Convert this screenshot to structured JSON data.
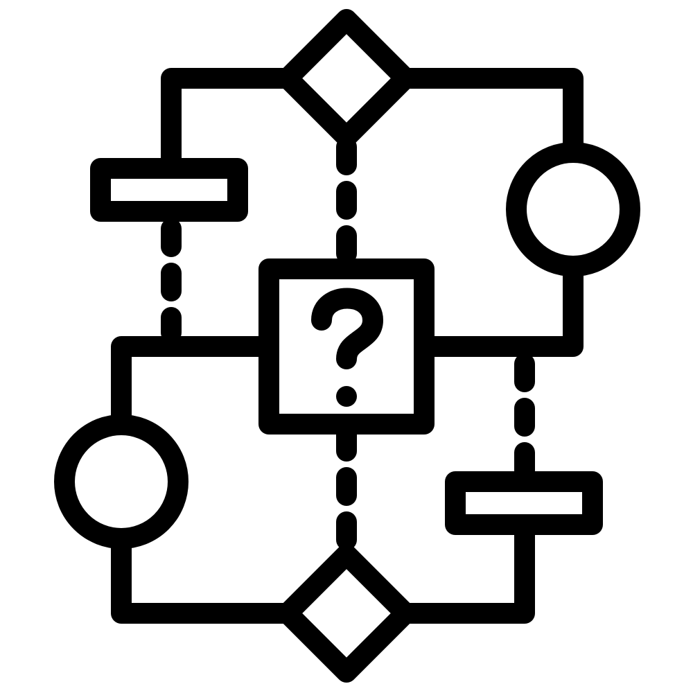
{
  "diagram": {
    "icon_name": "flowchart-question-icon",
    "stroke_color": "#000000",
    "fill_color": "#ffffff",
    "center_symbol": "?",
    "nodes": [
      {
        "name": "top-decision-diamond",
        "shape": "diamond"
      },
      {
        "name": "bottom-decision-diamond",
        "shape": "diamond"
      },
      {
        "name": "left-process-bar",
        "shape": "rectangle"
      },
      {
        "name": "right-process-bar",
        "shape": "rectangle"
      },
      {
        "name": "right-terminal-circle",
        "shape": "circle"
      },
      {
        "name": "left-terminal-circle",
        "shape": "circle"
      },
      {
        "name": "center-question-box",
        "shape": "square"
      }
    ]
  },
  "stock_id": "683645278"
}
